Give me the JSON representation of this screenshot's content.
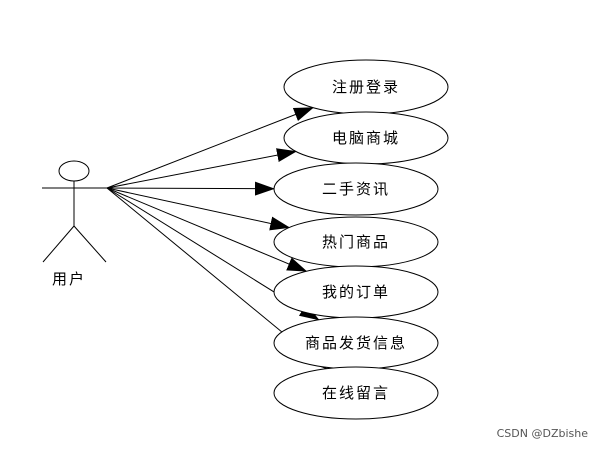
{
  "actor": {
    "label": "用户"
  },
  "use_cases": [
    {
      "label": "注册登录"
    },
    {
      "label": "电脑商城"
    },
    {
      "label": "二手资讯"
    },
    {
      "label": "热门商品"
    },
    {
      "label": "我的订单"
    },
    {
      "label": "商品发货信息"
    },
    {
      "label": "在线留言"
    }
  ],
  "watermark": "CSDN @DZbishe"
}
